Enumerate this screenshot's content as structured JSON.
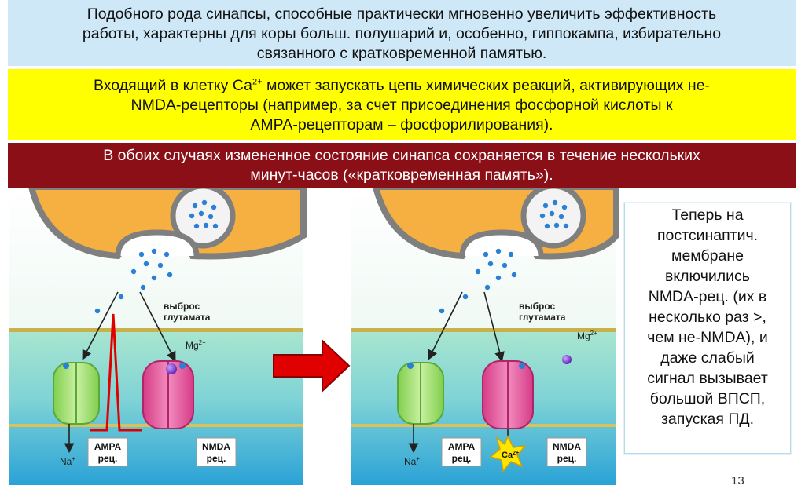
{
  "box1": {
    "lines": [
      "Подобного рода синапсы, способные практически мгновенно увеличить эффективность",
      "работы, характерны для коры больш. полушарий и, особенно, гиппокампа, избирательно",
      "связанного с кратковременной памятью."
    ]
  },
  "box2": {
    "line1_before": "Входящий в клетку Са",
    "line1_sup": "2+",
    "line1_after": " может запускать цепь химических реакций, активирующих не-",
    "line2": "NMDA-рецепторы (например, за счет присоединения фосфорной кислоты к",
    "line3": "АМРА-рецепторам – фосфорилирования)."
  },
  "box3": {
    "lines": [
      "В обоих случаях измененное состояние синапса сохраняется в течение нескольких",
      "минут-часов («кратковременная память»)."
    ]
  },
  "box4": {
    "lines": [
      "Теперь на",
      "постсинаптич.",
      "мембране",
      "включились",
      "NMDA-рец. (их в",
      "несколько раз >,",
      "чем не-NMDA), и",
      "даже слабый",
      "сигнал вызывает",
      "большой ВПСП,",
      "запуская ПД."
    ]
  },
  "diagram": {
    "release_line1": "выброс",
    "release_line2": "глутамата",
    "mg": "Mg",
    "mg_sup": "2+",
    "ampa_line1": "АМРА",
    "ampa_line2": "рец.",
    "nmda_line1": "NMDA",
    "nmda_line2": "рец.",
    "na": "Na",
    "na_sup": "+",
    "ca": "Ca",
    "ca_sup": "2+"
  },
  "colors": {
    "box1_bg": "#cfe8f7",
    "box2_bg": "#ffff00",
    "box3_bg": "#8b0f16",
    "terminal": "#f5b041",
    "membrane": "#7f7f7f",
    "cleft": "#e8f7ee",
    "cell_top": "#9fe3c8",
    "cell_bottom": "#29a6d8",
    "ampa": "#a8e07a",
    "nmda": "#e8559c",
    "spike": "#e00000",
    "arrow": "#e00000",
    "ca_star": "#ffe600"
  },
  "page_number": "13"
}
